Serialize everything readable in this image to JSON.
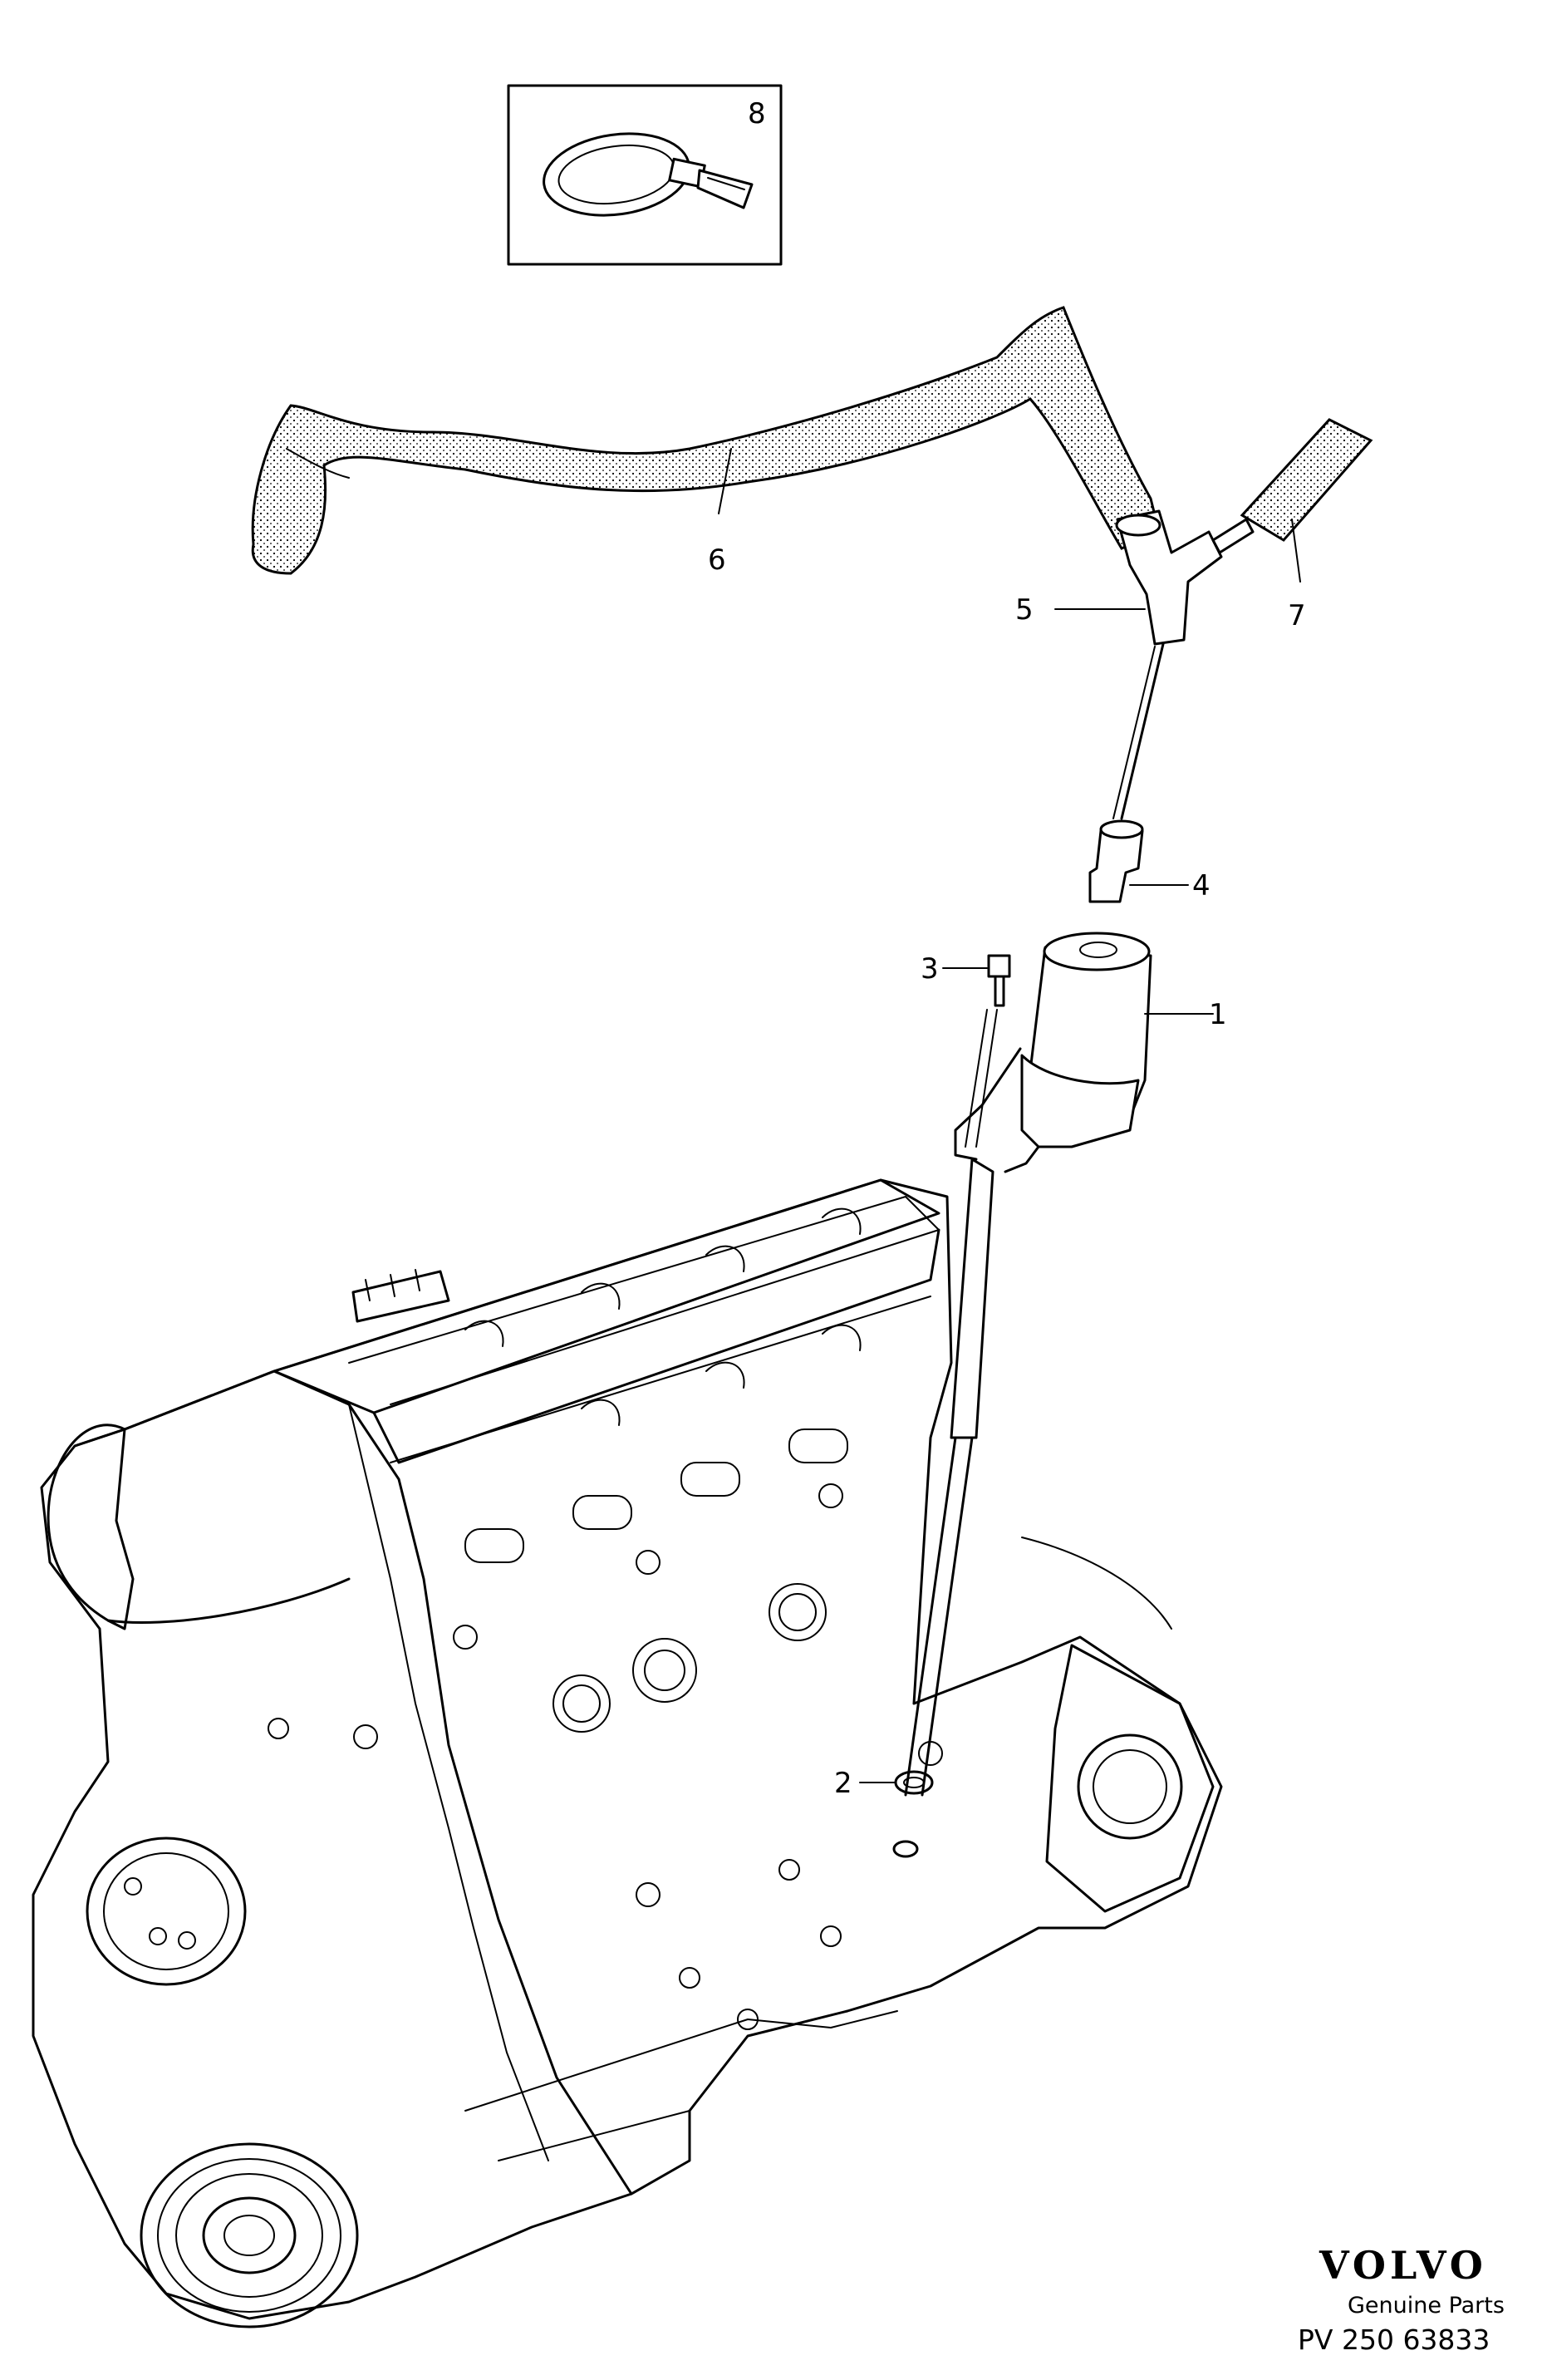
{
  "callouts": {
    "c1": "1",
    "c2": "2",
    "c3": "3",
    "c4": "4",
    "c5": "5",
    "c6": "6",
    "c7": "7",
    "c8": "8"
  },
  "footer": {
    "brand": "VOLVO",
    "subtitle": "Genuine Parts",
    "code": "PV 250 63833"
  }
}
